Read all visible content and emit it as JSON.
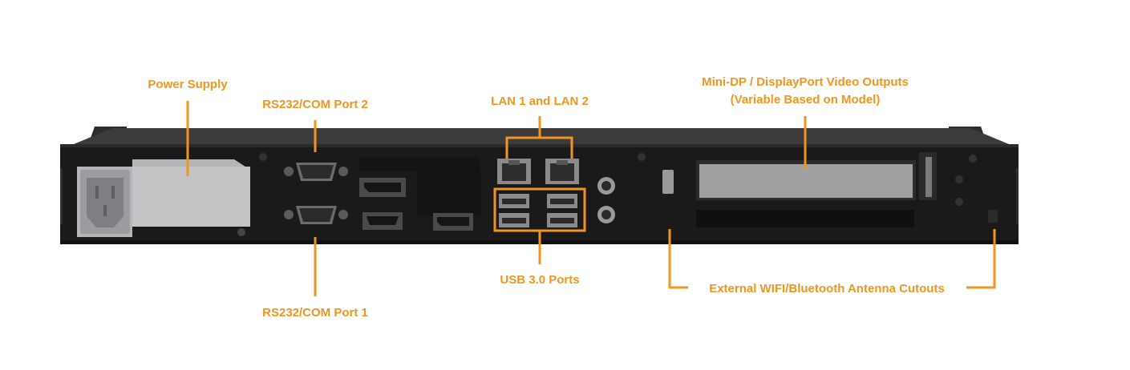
{
  "colors": {
    "callout": "#f0961e",
    "chassis": "#1b1b1b",
    "chassis_top": "#3a3a3a",
    "psu_plate": "#b7b9bc"
  },
  "labels": {
    "power_supply": "Power Supply",
    "rs232_port2": "RS232/COM Port 2",
    "rs232_port1": "RS232/COM Port 1",
    "lan": "LAN 1 and LAN 2",
    "usb": "USB 3.0 Ports",
    "video_line1": "Mini-DP / DisplayPort Video Outputs",
    "video_line2": "(Variable Based on Model)",
    "antenna": "External WIFI/Bluetooth Antenna Cutouts"
  },
  "icons": [
    "iec-power-inlet-icon",
    "db9-serial-port-icon",
    "displayport-icon",
    "hdmi-port-icon",
    "rj45-port-icon",
    "usb-port-icon",
    "audio-jack-icon",
    "pcie-expansion-slot-icon",
    "screw-icon"
  ]
}
